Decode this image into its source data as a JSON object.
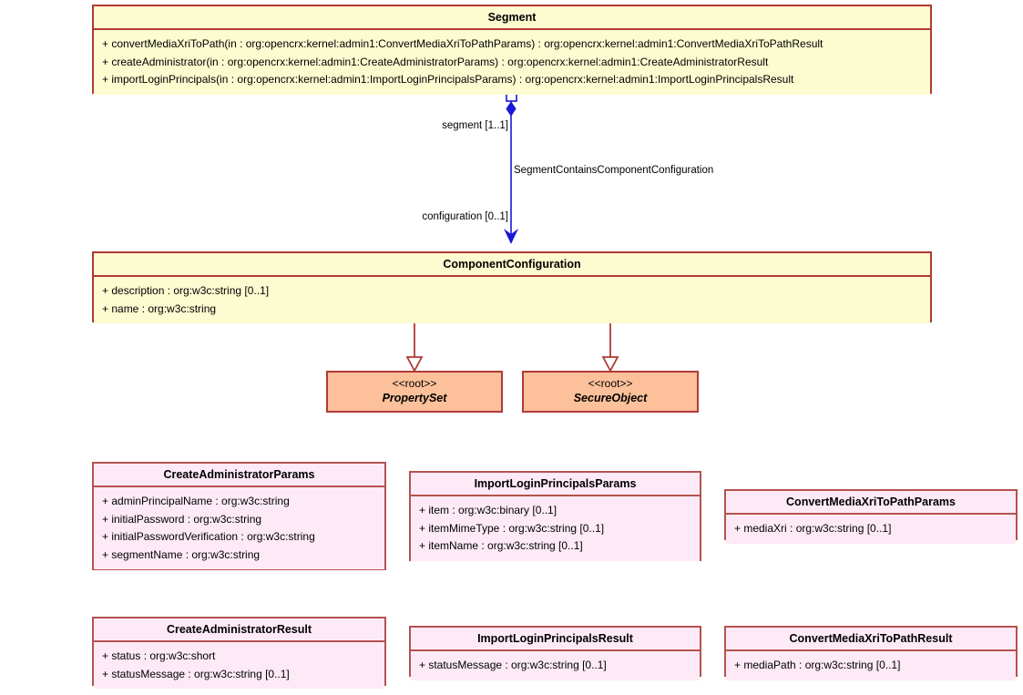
{
  "diagram": {
    "kind": "uml-class-diagram",
    "background": "#ffffff",
    "colors": {
      "class_fill_yellow": "#fdfbd0",
      "class_fill_pink": "#fdeaf6",
      "class_fill_orange": "#fcc09a",
      "class_border": "#b03a35",
      "association_blue": "#1a18d6"
    }
  },
  "classes": {
    "segment": {
      "name": "Segment",
      "features": [
        "+ convertMediaXriToPath(in : org:opencrx:kernel:admin1:ConvertMediaXriToPathParams) : org:opencrx:kernel:admin1:ConvertMediaXriToPathResult",
        "+ createAdministrator(in : org:opencrx:kernel:admin1:CreateAdministratorParams) : org:opencrx:kernel:admin1:CreateAdministratorResult",
        "+ importLoginPrincipals(in : org:opencrx:kernel:admin1:ImportLoginPrincipalsParams) : org:opencrx:kernel:admin1:ImportLoginPrincipalsResult"
      ]
    },
    "component_configuration": {
      "name": "ComponentConfiguration",
      "features": [
        "+ description : org:w3c:string [0..1]",
        "+ name : org:w3c:string"
      ]
    },
    "property_set": {
      "stereotype": "<<root>>",
      "name": "PropertySet"
    },
    "secure_object": {
      "stereotype": "<<root>>",
      "name": "SecureObject"
    },
    "create_administrator_params": {
      "name": "CreateAdministratorParams",
      "features": [
        "+ adminPrincipalName : org:w3c:string",
        "+ initialPassword : org:w3c:string",
        "+ initialPasswordVerification : org:w3c:string",
        "+ segmentName : org:w3c:string"
      ]
    },
    "import_login_principals_params": {
      "name": "ImportLoginPrincipalsParams",
      "features": [
        "+ item : org:w3c:binary [0..1]",
        "+ itemMimeType : org:w3c:string [0..1]",
        "+ itemName : org:w3c:string [0..1]"
      ]
    },
    "convert_media_xri_to_path_params": {
      "name": "ConvertMediaXriToPathParams",
      "features": [
        "+ mediaXri : org:w3c:string [0..1]"
      ]
    },
    "create_administrator_result": {
      "name": "CreateAdministratorResult",
      "features": [
        "+ status : org:w3c:short",
        "+ statusMessage : org:w3c:string [0..1]"
      ]
    },
    "import_login_principals_result": {
      "name": "ImportLoginPrincipalsResult",
      "features": [
        "+ statusMessage : org:w3c:string [0..1]"
      ]
    },
    "convert_media_xri_to_path_result": {
      "name": "ConvertMediaXriToPathResult",
      "features": [
        "+ mediaPath : org:w3c:string [0..1]"
      ]
    }
  },
  "relationships": {
    "segment_contains_component_configuration": {
      "name": "SegmentContainsComponentConfiguration",
      "source_role": "segment [1..1]",
      "target_role": "configuration [0..1]",
      "type": "composition"
    },
    "generalizations": [
      {
        "from": "PropertySet",
        "to": "ComponentConfiguration"
      },
      {
        "from": "SecureObject",
        "to": "ComponentConfiguration"
      }
    ]
  }
}
